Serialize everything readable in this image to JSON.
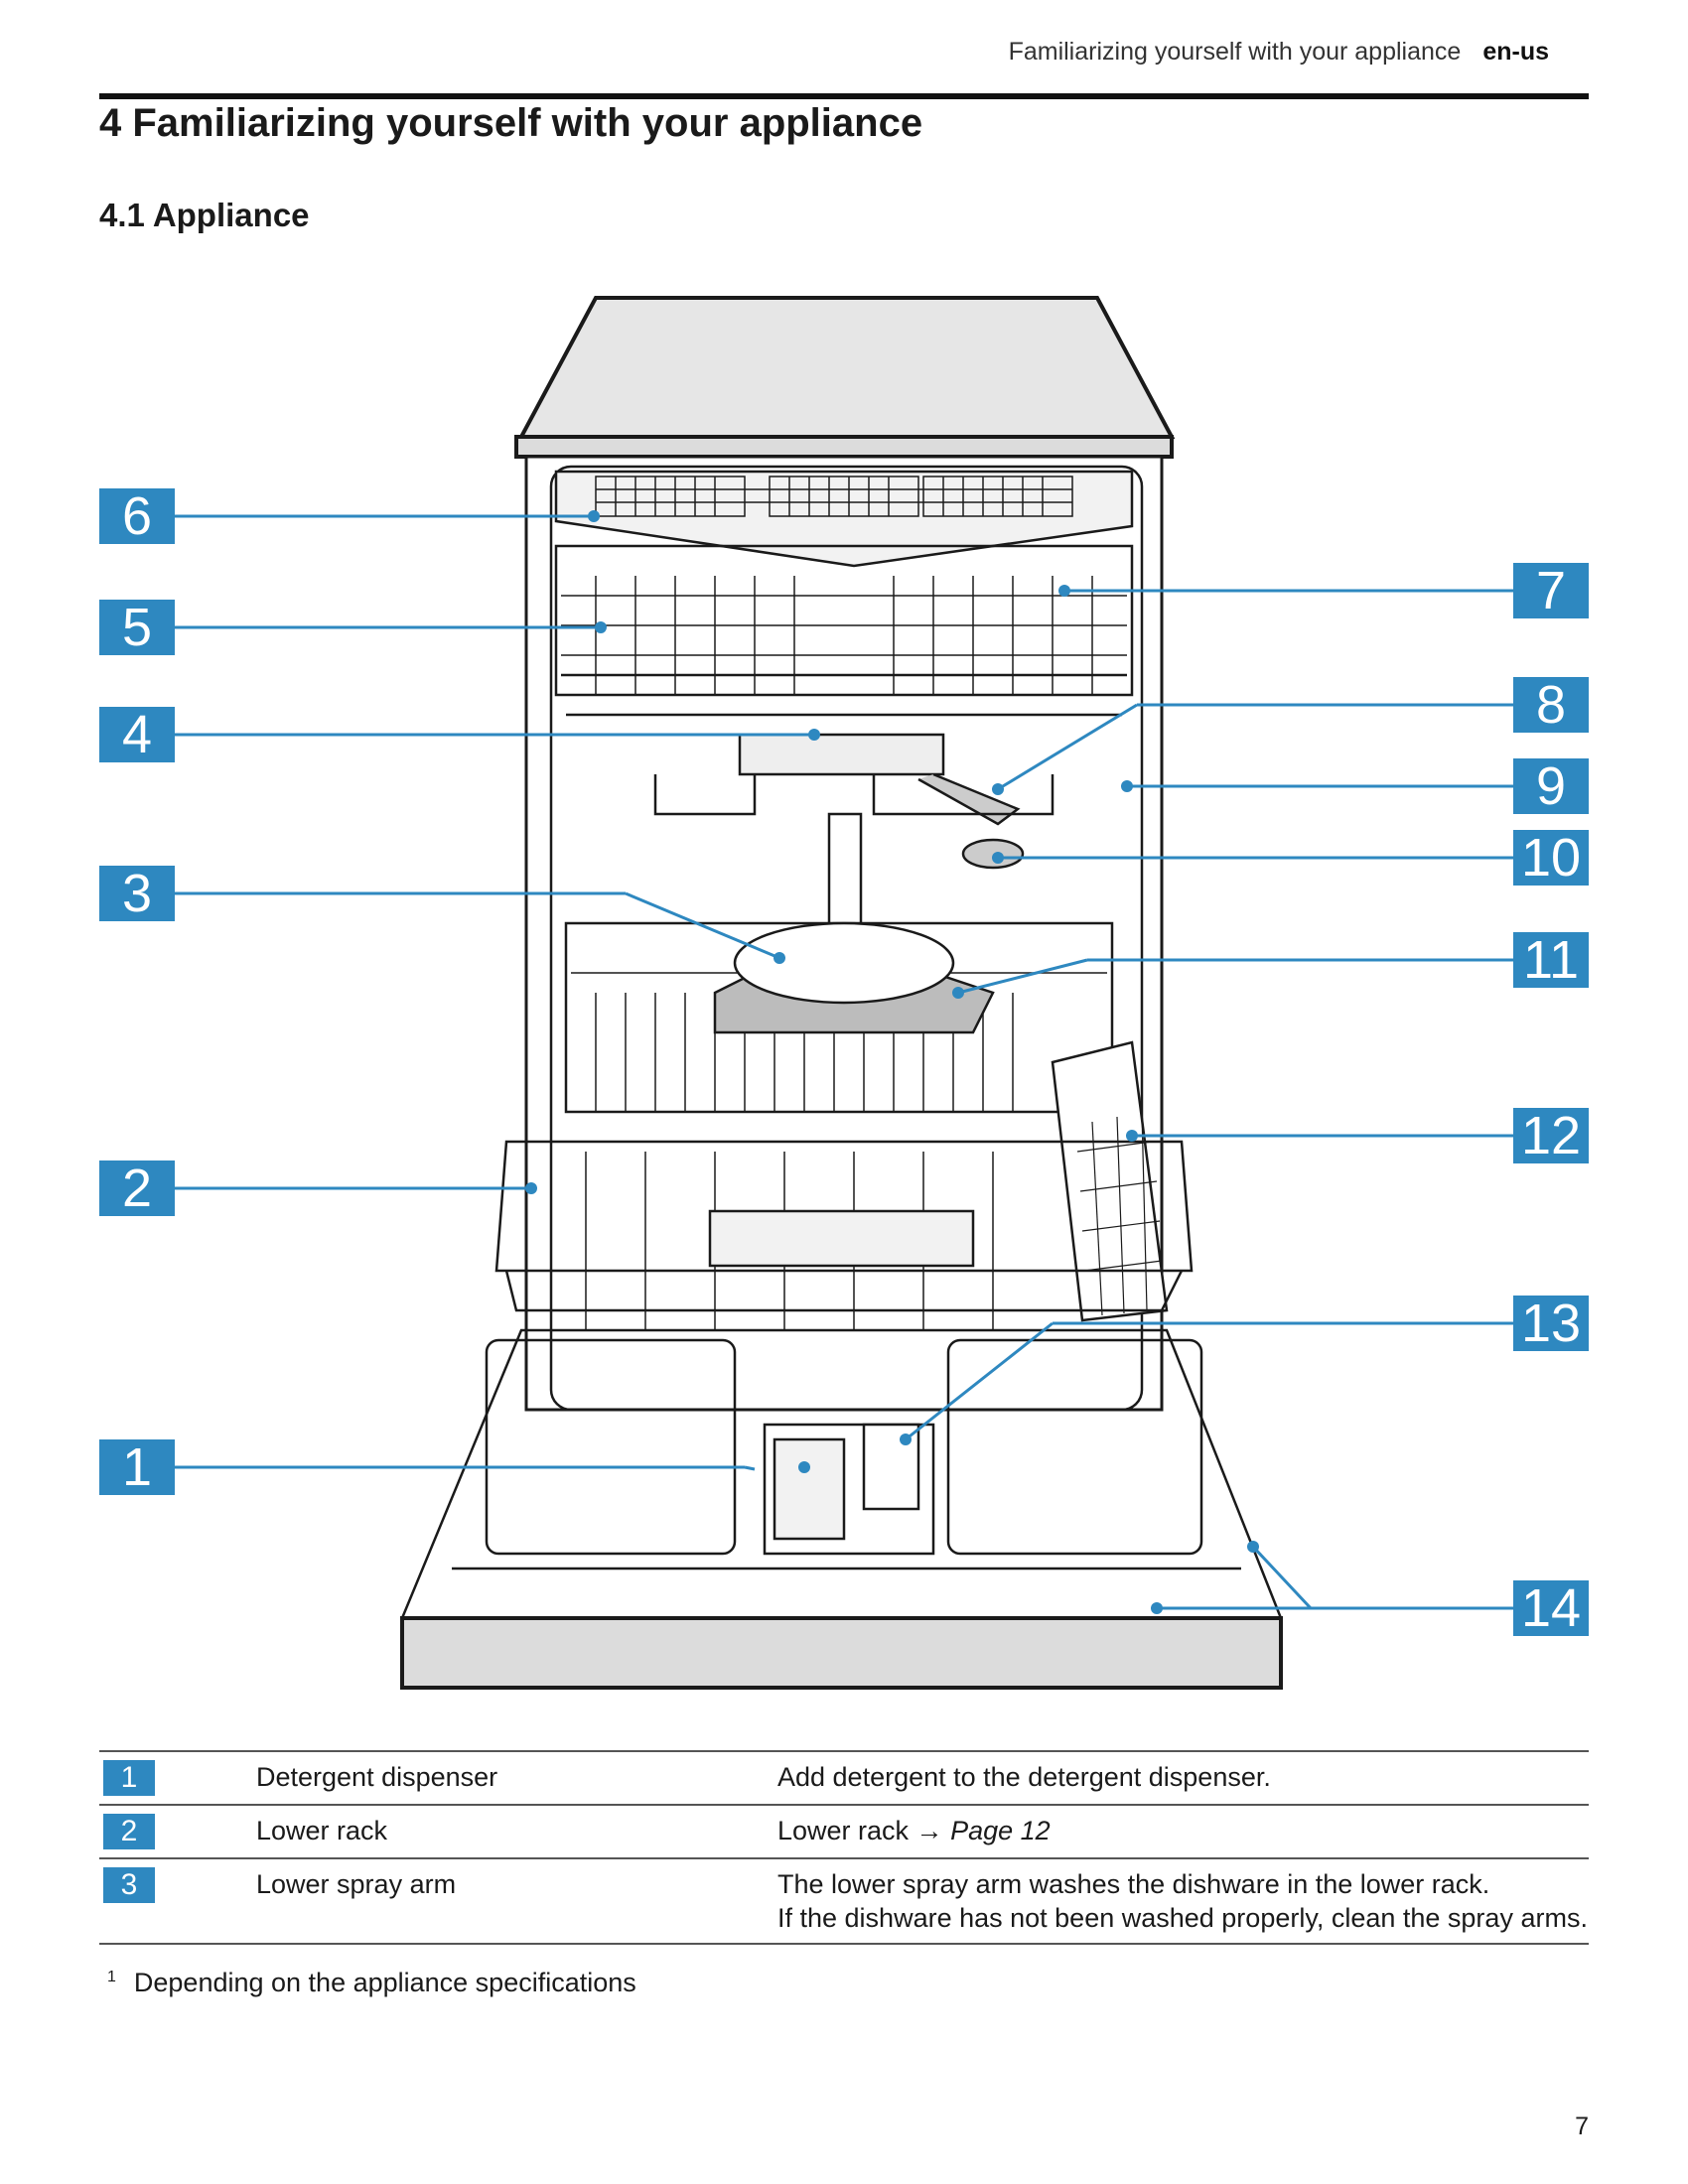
{
  "header": {
    "running_title": "Familiarizing yourself with your appliance",
    "language": "en-us"
  },
  "section": {
    "title": "4  Familiarizing yourself with your appliance",
    "subtitle": "4.1  Appliance"
  },
  "figure": {
    "callouts": [
      "1",
      "2",
      "3",
      "4",
      "5",
      "6",
      "7",
      "8",
      "9",
      "10",
      "11",
      "12",
      "13",
      "14"
    ]
  },
  "legend": [
    {
      "number": "1",
      "name": "Detergent dispenser",
      "description": "Add detergent to the detergent dispenser.",
      "ref": ""
    },
    {
      "number": "2",
      "name": "Lower rack",
      "description": "Lower rack → ",
      "ref": "Page 12"
    },
    {
      "number": "3",
      "name": "Lower spray arm",
      "description": "The lower spray arm washes the dishware in the lower rack.\nIf the dishware has not been washed properly, clean the spray arms.",
      "ref": ""
    }
  ],
  "footnote": {
    "marker": "1",
    "text": "Depending on the appliance specifications"
  },
  "page_number": "7",
  "colors": {
    "accent": "#2e88c0",
    "line": "#1a1a1a"
  }
}
